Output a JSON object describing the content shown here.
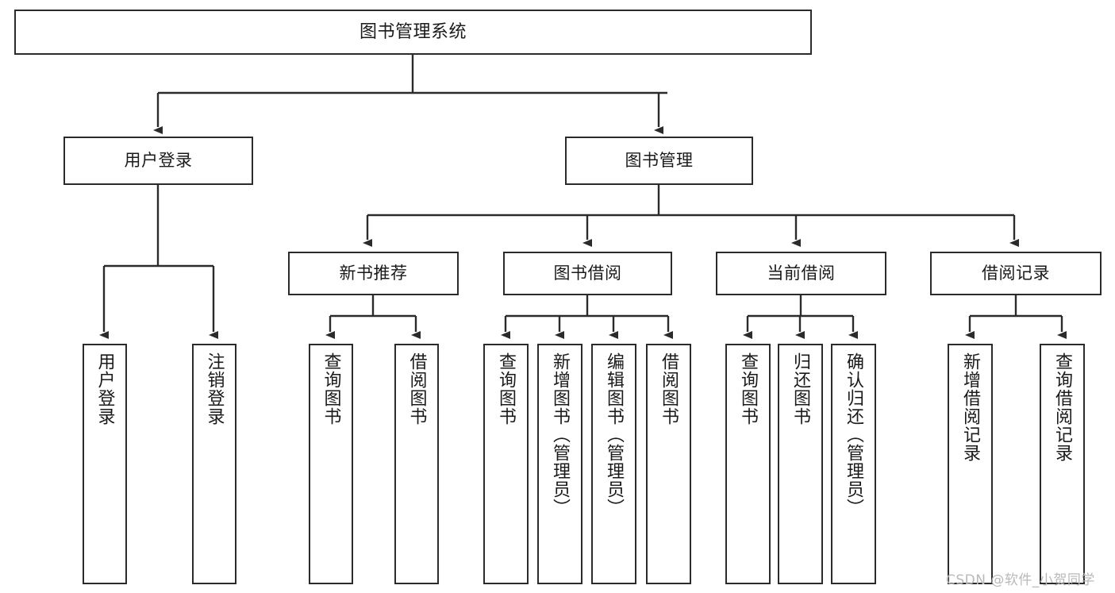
{
  "diagram": {
    "title": "图书管理系统",
    "type": "tree-hierarchy",
    "watermark": "CSDN @软件_小贺同学",
    "colors": {
      "box_border": "#2b2b2b",
      "edge": "#2b2b2b",
      "background": "#ffffff",
      "watermark": "#b9b9b9"
    },
    "nodes": {
      "root": {
        "label": "图书管理系统"
      },
      "level2": [
        {
          "label": "用户登录"
        },
        {
          "label": "图书管理"
        }
      ],
      "level3": [
        {
          "label": "新书推荐"
        },
        {
          "label": "图书借阅"
        },
        {
          "label": "当前借阅"
        },
        {
          "label": "借阅记录"
        }
      ],
      "leaves": {
        "user_login": [
          {
            "label": "用户登录"
          },
          {
            "label": "注销登录"
          }
        ],
        "new_book_recommend": [
          {
            "label": "查询图书"
          },
          {
            "label": "借阅图书"
          }
        ],
        "book_borrow": [
          {
            "label": "查询图书"
          },
          {
            "label": "新增图书（管理员）"
          },
          {
            "label": "编辑图书（管理员）"
          },
          {
            "label": "借阅图书"
          }
        ],
        "current_borrow": [
          {
            "label": "查询图书"
          },
          {
            "label": "归还图书"
          },
          {
            "label": "确认归还（管理员）"
          }
        ],
        "borrow_record": [
          {
            "label": "新增借阅记录"
          },
          {
            "label": "查询借阅记录"
          }
        ]
      }
    }
  }
}
